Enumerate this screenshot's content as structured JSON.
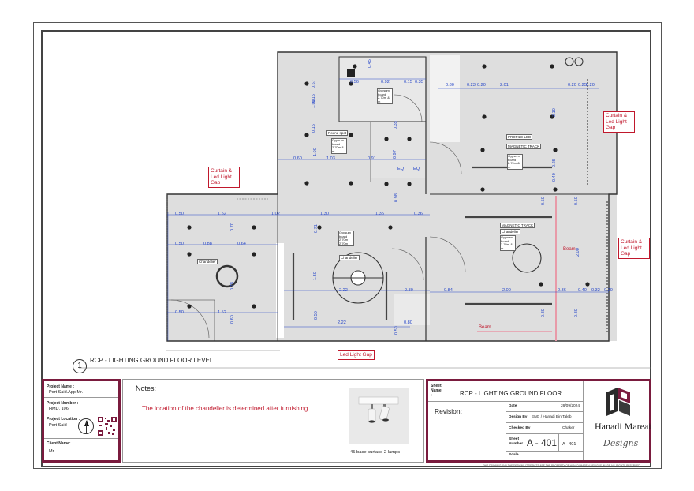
{
  "drawing": {
    "title": "RCP -  LIGHTING GROUND FLOOR LEVEL",
    "number": "1",
    "callouts": {
      "curtain_left": "Curtain & Led Light Gap",
      "curtain_right_top": "Curtain & Led Light Gap",
      "curtain_right_mid": "Curtain & Led Light Gap",
      "led_gap": "Led Light Gap",
      "beam_right": "Beam",
      "beam_bottom": "Beam"
    },
    "dimensions": [
      "0.45",
      "0.56",
      "0.92",
      "0.15",
      "0.35",
      "0.80",
      "0.23",
      "0.20",
      "2.01",
      "0.20",
      "0.25",
      "0.20",
      "0.67",
      "0.15",
      "1.00",
      "0.15",
      "0.60",
      "1.00",
      "1.03",
      "0.91",
      "EQ",
      "EQ",
      "0.35",
      "0.97",
      "2.10",
      "0.40",
      "0.25",
      "0.50",
      "1.52",
      "1.02",
      "1.30",
      "1.35",
      "0.36",
      "0.50",
      "0.88",
      "0.64",
      "0.70",
      "0.71",
      "0.98",
      "0.50",
      "0.50",
      "2.00",
      "0.78",
      "1.50",
      "2.22",
      "0.80",
      "0.84",
      "2.00",
      "0.36",
      "0.40",
      "0.32",
      "0.20",
      "0.50",
      "1.52",
      "0.60",
      "0.50",
      "2.22",
      "0.80",
      "0.80",
      "0.80",
      "0.50"
    ],
    "room_labels": {
      "gypsum_a": "Gypsum board 2.70m & m",
      "gypsum_b": "Gypsum board 2.70m & m",
      "gypsum_c": "Gypsum board 2.70m & m",
      "gypsum_d": "Gypsum board 2.70m & m",
      "gypsum_e": "Gypsum board 2.70m 2.70m",
      "round_spot": "Round spot",
      "profile_led": "PROFILE LED",
      "magnetic_track": "MAGNETIC TRACK",
      "magnetic_track_2": "MAGNETIC TRACK",
      "chandelier": "Chandelier",
      "chandelier_2": "Chandelier",
      "chandelier_3": "Chandelier"
    }
  },
  "title_block": {
    "project_name_label": "Project Name :",
    "project_name": "Port Said.App Mr.",
    "project_number_label": "Project Number :",
    "project_number": "HMD. 106",
    "project_location_label": "Project Location :",
    "project_location": "Port Said",
    "client_name_label": "Client Name:",
    "client_name": "Mr.",
    "notes_label": "Notes:",
    "notes_text": "The location of the chandelier is determined after furnishing",
    "product_caption": "45 base surface 2 lamps",
    "sheet_name_label": "Sheet Name :",
    "sheet_name": "RCP -  LIGHTING GROUND FLOOR",
    "revision_label": "Revision:",
    "date_label": "Date",
    "date_value": "26/09/2024",
    "design_by_label": "Design By",
    "design_by_value": "ENG / Hanadi Bin Taleb",
    "checked_by_label": "Checked By",
    "checked_by_value": "Chaker",
    "sheet_number_label": "Sheet Number",
    "sheet_number": "A - 401",
    "sheet_number_small": "A - 401",
    "scale_label": "Scale",
    "brand_name": "Hanadi Mareai",
    "brand_sub": "Designs",
    "footer": "THIS DRAWING AND THE DESIGNS IT DEPICTS ARE THE PROPERTY OF HANADI MAREAI DESIGNS. MADE ALL RIGHTS RESERVED"
  },
  "colors": {
    "frame": "#7a1b3e",
    "callout": "#c0182c",
    "dimension": "#2747c9",
    "wall": "#333333",
    "floor": "#dedede"
  }
}
